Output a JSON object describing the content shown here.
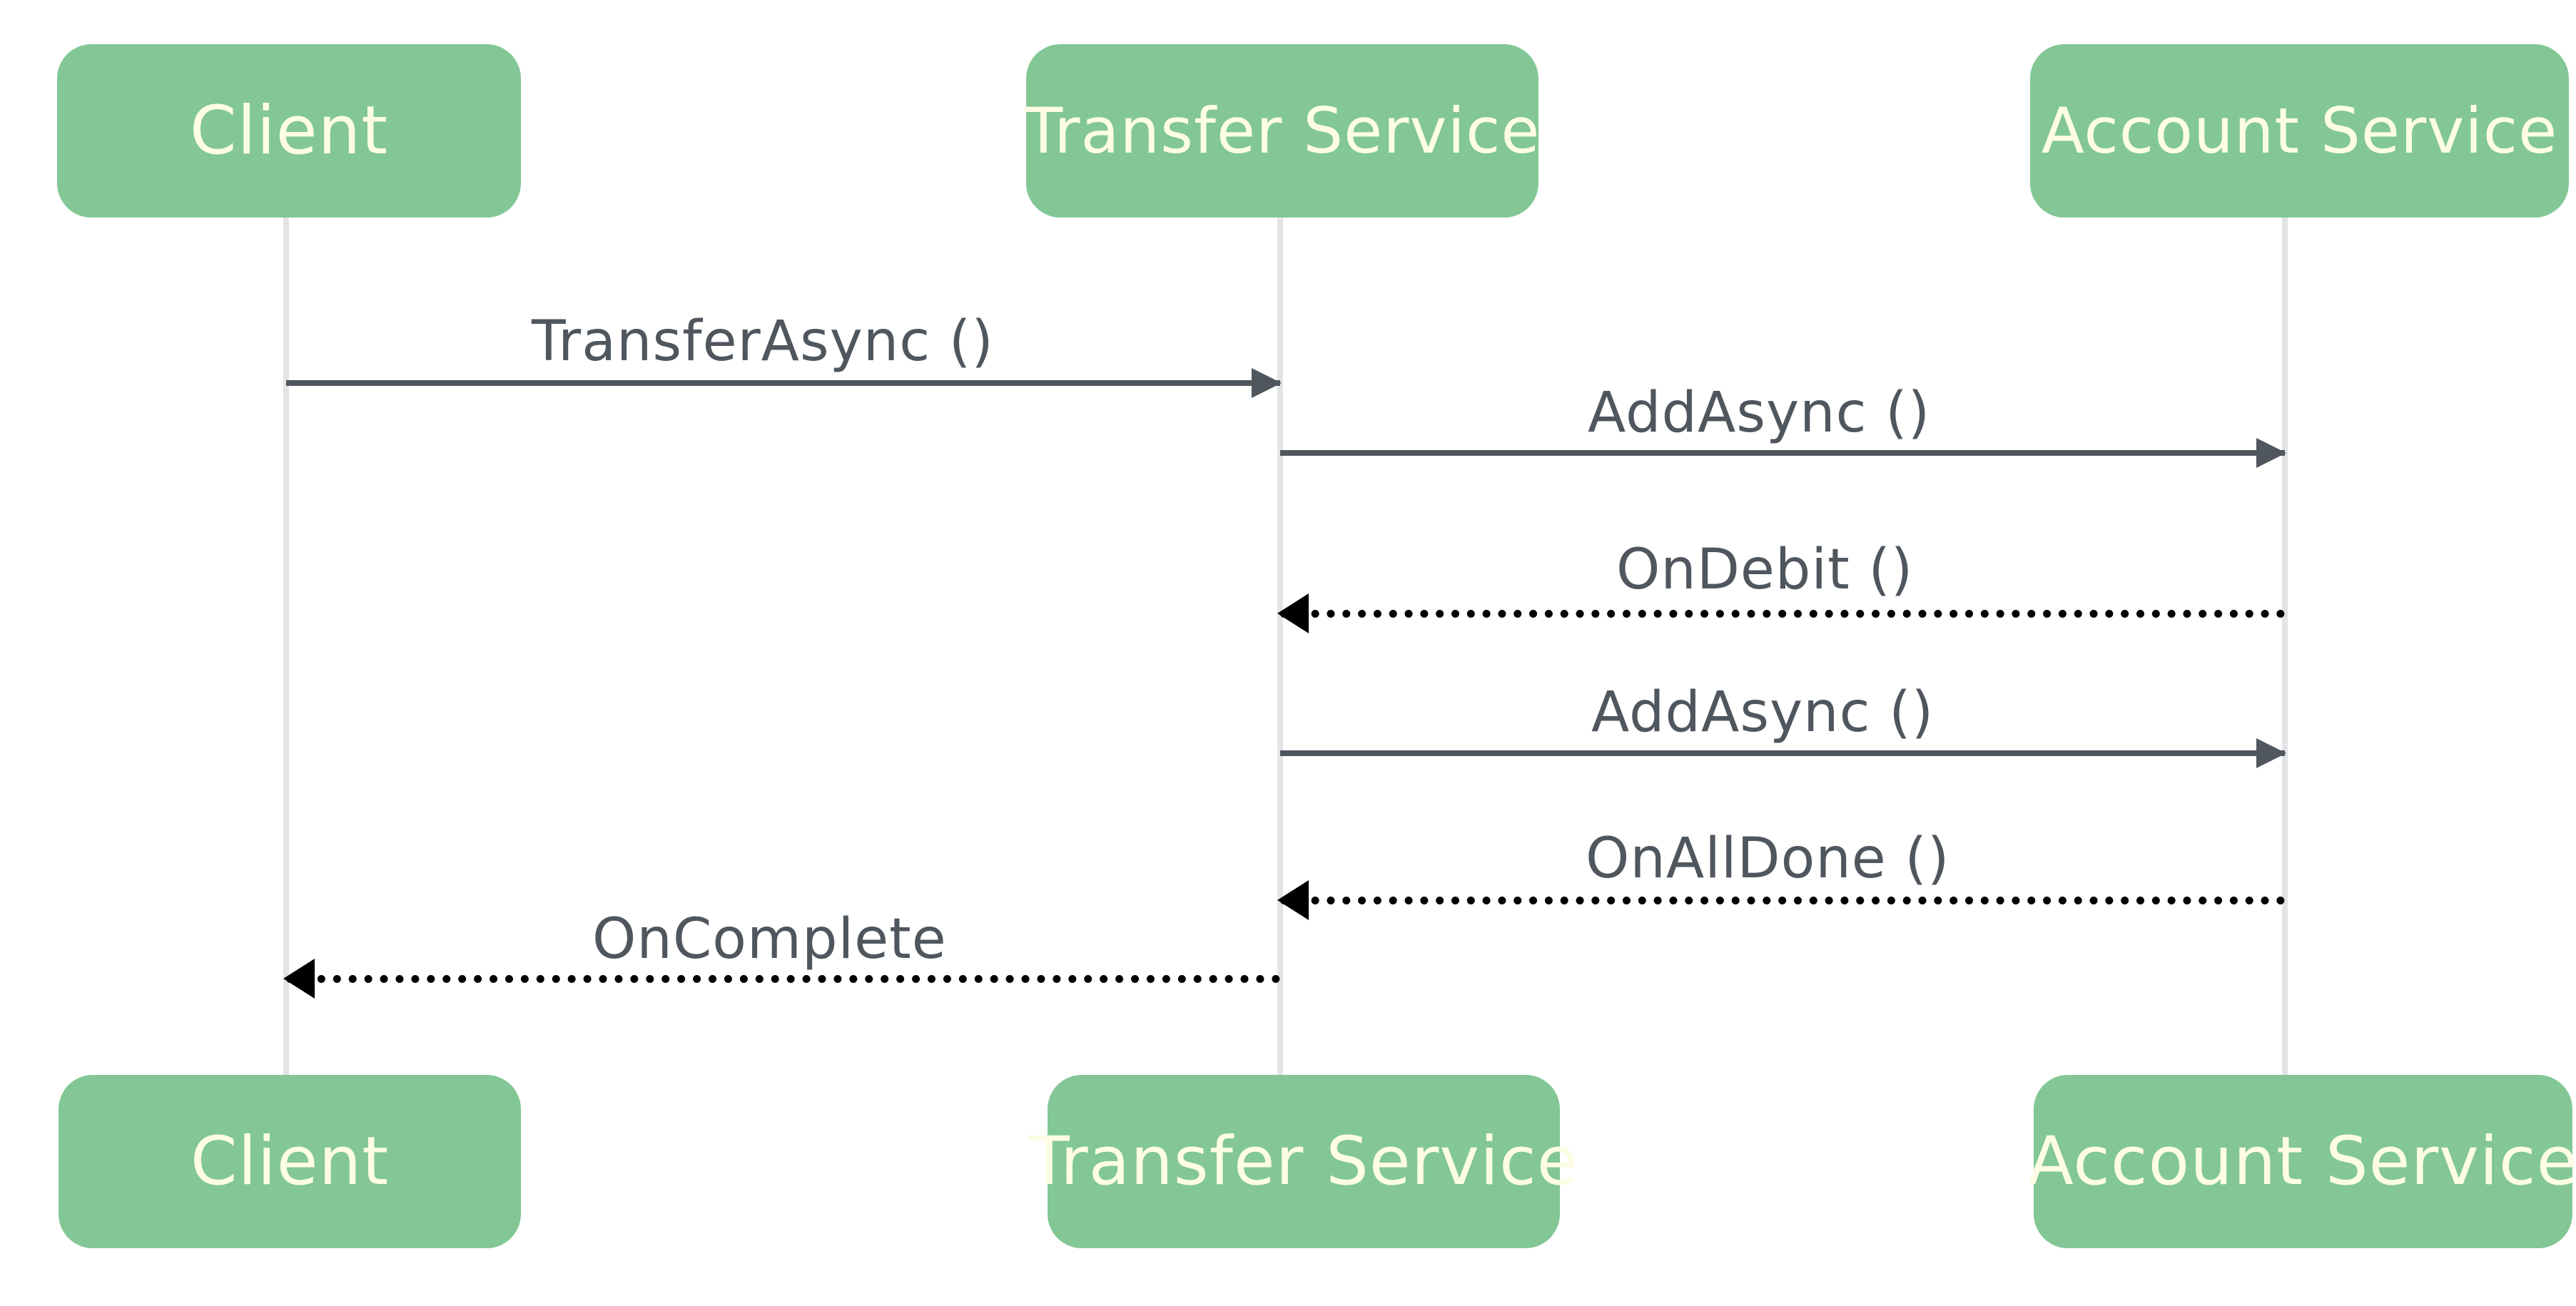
{
  "diagram": {
    "type": "sequence-diagram",
    "title": "",
    "colors": {
      "participant_fill": "#82c795",
      "participant_text": "#fdfce5",
      "lifeline": "#e2e4e5",
      "solid_arrow": "#4f565e",
      "dotted_arrow": "#000000",
      "message_text": "#4f565e",
      "background": "#ffffff"
    },
    "participants": [
      {
        "id": "client",
        "label": "Client"
      },
      {
        "id": "transfer",
        "label": "Transfer Service"
      },
      {
        "id": "account",
        "label": "Account Service"
      }
    ],
    "messages": [
      {
        "index": 1,
        "label": "TransferAsync ()",
        "from": "client",
        "to": "transfer",
        "style": "solid",
        "direction": "right"
      },
      {
        "index": 2,
        "label": "AddAsync ()",
        "from": "transfer",
        "to": "account",
        "style": "solid",
        "direction": "right"
      },
      {
        "index": 3,
        "label": "OnDebit ()",
        "from": "account",
        "to": "transfer",
        "style": "dotted",
        "direction": "left"
      },
      {
        "index": 4,
        "label": "AddAsync ()",
        "from": "transfer",
        "to": "account",
        "style": "solid",
        "direction": "right"
      },
      {
        "index": 5,
        "label": "OnAllDone ()",
        "from": "account",
        "to": "transfer",
        "style": "dotted",
        "direction": "left"
      },
      {
        "index": 6,
        "label": "OnComplete",
        "from": "transfer",
        "to": "client",
        "style": "dotted",
        "direction": "left"
      }
    ]
  }
}
